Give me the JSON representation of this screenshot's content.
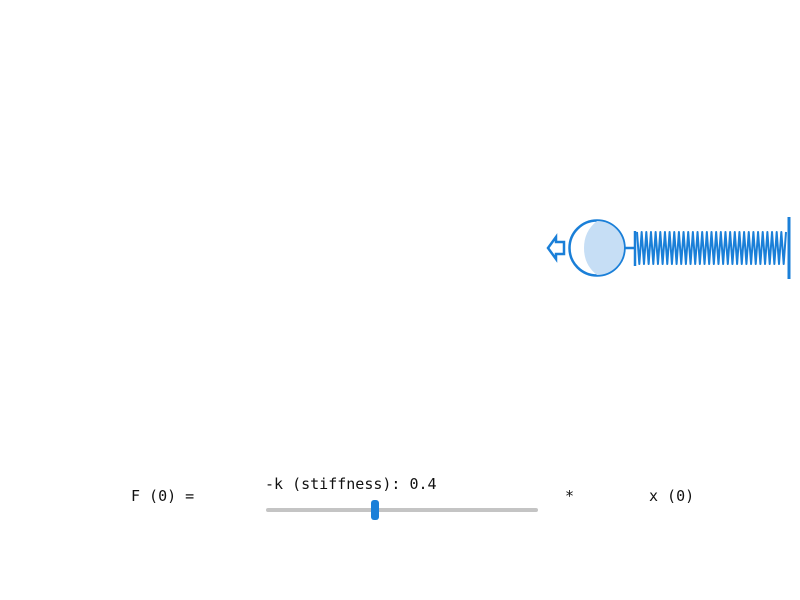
{
  "equation": {
    "force_label": "F (0) =",
    "stiffness_label": "-k (stiffness): 0.4",
    "multiply_sign": "*",
    "displacement_label": "x (0)"
  },
  "slider": {
    "value": 0.4,
    "min": 0,
    "max": 1
  },
  "scene": {
    "mass_icon": "ball-icon",
    "direction_icon": "arrow-left-icon",
    "spring_icon": "spring-coil-icon"
  },
  "colors": {
    "accent": "#1a7fd8",
    "ball_fill": "#ffffff",
    "ball_shade": "#c6def5",
    "track": "#c4c4c4"
  }
}
